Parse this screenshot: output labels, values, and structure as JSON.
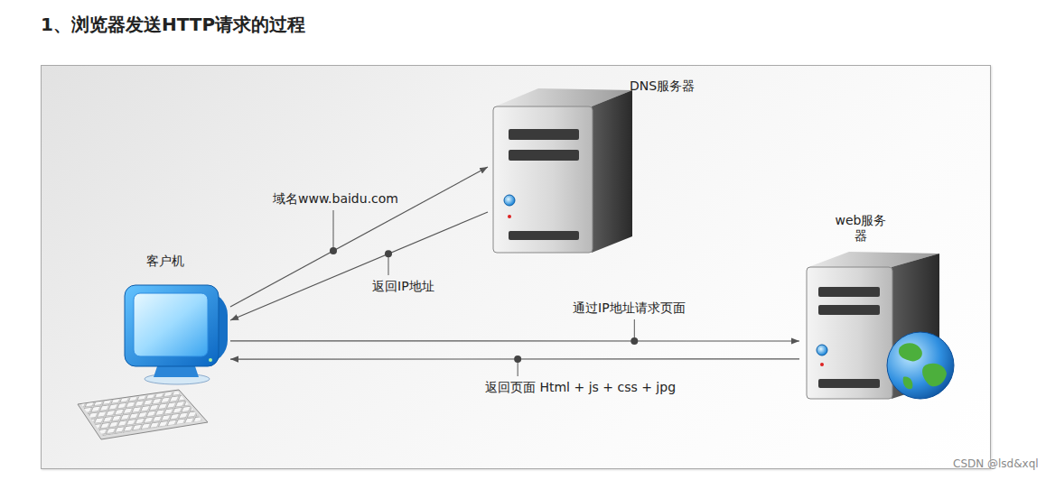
{
  "diagram": {
    "title": "1、浏览器发送HTTP请求的过程",
    "nodes": [
      {
        "text": [
          "客户机"
        ]
      },
      {
        "text": [
          "DNS服务器"
        ]
      },
      {
        "text": [
          "web服务器"
        ]
      }
    ],
    "edges": [
      {
        "from": 0,
        "to": 1,
        "label": "域名www.baidu.com",
        "arrow": "to"
      },
      {
        "from": 1,
        "to": 0,
        "label": "返回IP地址",
        "arrow": "to"
      },
      {
        "from": 0,
        "to": 2,
        "label": "通过IP地址请求页面",
        "arrow": "to"
      },
      {
        "from": 2,
        "to": 0,
        "label": "返回页面 Html + js + css + jpg",
        "arrow": "to"
      }
    ],
    "labels": [
      "CSDN @lsd&xql"
    ]
  }
}
